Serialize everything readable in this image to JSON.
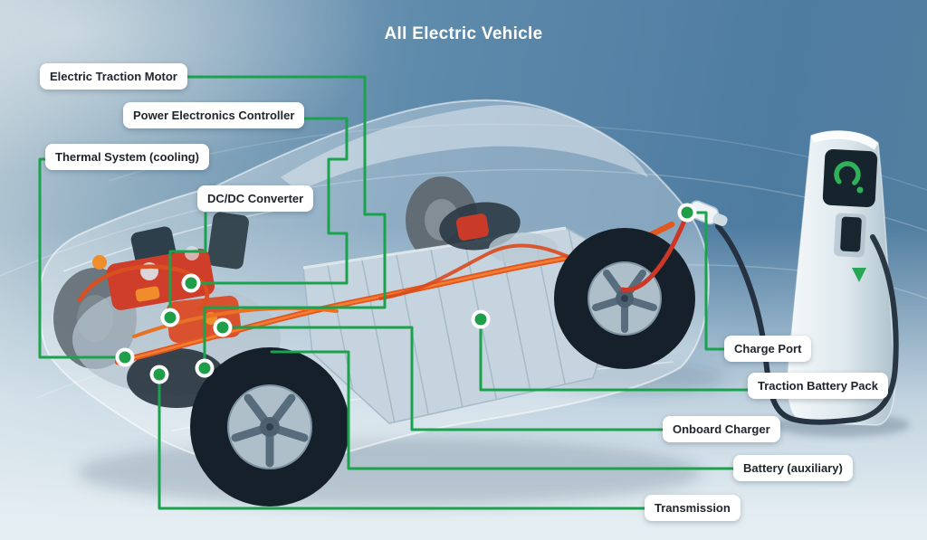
{
  "title": "All Electric Vehicle",
  "diagram": {
    "type": "labeled-component-diagram",
    "subject": "semi-transparent cutaway electric SUV connected to a charging station; green leader lines point from white labels to component dots on the chassis",
    "components": [
      {
        "id": "electric-traction-motor",
        "label": "Electric Traction Motor"
      },
      {
        "id": "power-electronics-controller",
        "label": "Power Electronics Controller"
      },
      {
        "id": "thermal-system",
        "label": "Thermal System (cooling)"
      },
      {
        "id": "dc-dc-converter",
        "label": "DC/DC Converter"
      },
      {
        "id": "charge-port",
        "label": "Charge Port"
      },
      {
        "id": "traction-battery-pack",
        "label": "Traction Battery Pack"
      },
      {
        "id": "onboard-charger",
        "label": "Onboard Charger"
      },
      {
        "id": "battery-auxiliary",
        "label": "Battery (auxiliary)"
      },
      {
        "id": "transmission",
        "label": "Transmission"
      }
    ],
    "colors": {
      "connector_green": "#1ba24c",
      "dot_green": "#1f9e4a",
      "label_bg": "#ffffff",
      "label_text": "#20262e",
      "title_text": "#ffffff",
      "cable_orange": "#e4571f",
      "component_red": "#cf3e2b",
      "background_blue": "#4e7ca1",
      "background_light": "#e4edf2"
    }
  }
}
